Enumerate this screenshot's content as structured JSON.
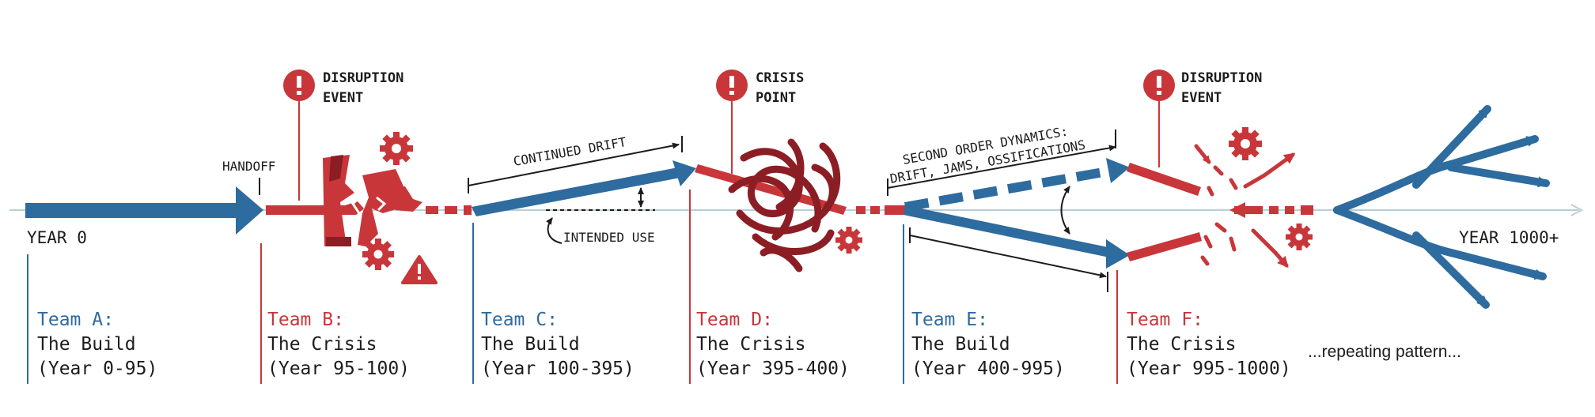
{
  "timeline": {
    "start_label": "YEAR 0",
    "end_label": "YEAR 1000+",
    "handoff_label": "HANDOFF",
    "continued_drift_label": "CONTINUED DRIFT",
    "intended_use_label": "INTENDED USE",
    "second_order_line1": "SECOND ORDER DYNAMICS:",
    "second_order_line2": "DRIFT, JAMS, OSSIFICATIONS",
    "repeating_label": "...repeating pattern..."
  },
  "events": [
    {
      "line1": "DISRUPTION",
      "line2": "EVENT"
    },
    {
      "line1": "CRISIS",
      "line2": "POINT"
    },
    {
      "line1": "DISRUPTION",
      "line2": "EVENT"
    }
  ],
  "teams": [
    {
      "name": "Team A:",
      "role": "The Build",
      "years": "(Year 0-95)",
      "kind": "build"
    },
    {
      "name": "Team B:",
      "role": "The Crisis",
      "years": "(Year 95-100)",
      "kind": "crisis"
    },
    {
      "name": "Team C:",
      "role": "The Build",
      "years": "(Year 100-395)",
      "kind": "build"
    },
    {
      "name": "Team D:",
      "role": "The Crisis",
      "years": "(Year 395-400)",
      "kind": "crisis"
    },
    {
      "name": "Team E:",
      "role": "The Build",
      "years": "(Year 400-995)",
      "kind": "build"
    },
    {
      "name": "Team F:",
      "role": "The Crisis",
      "years": "(Year 995-1000)",
      "kind": "crisis"
    }
  ],
  "colors": {
    "build": "#2e6b9e",
    "crisis": "#c8363a",
    "crisis_dark": "#8b1e24",
    "axis": "#b9cfd8",
    "ink": "#1c1c1c"
  },
  "icons": [
    "exclamation-icon",
    "gear-icon",
    "warning-icon",
    "tangle-icon",
    "broken-arrow-icon"
  ]
}
